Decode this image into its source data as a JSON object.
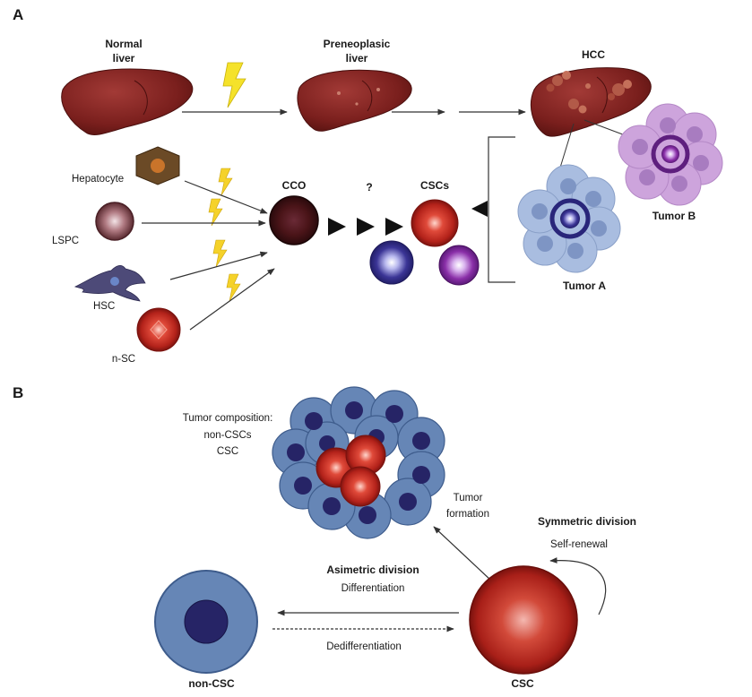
{
  "panel_a": {
    "letter": "A",
    "normal_liver_line1": "Normal",
    "normal_liver_line2": "liver",
    "preneoplasic_line1": "Preneoplasic",
    "preneoplasic_line2": "liver",
    "hcc": "HCC",
    "hepatocyte": "Hepatocyte",
    "lspc": "LSPC",
    "hsc": "HSC",
    "nsc": "n-SC",
    "cco": "CCO",
    "question": "?",
    "cscs": "CSCs",
    "tumor_a": "Tumor A",
    "tumor_b": "Tumor B"
  },
  "panel_b": {
    "letter": "B",
    "composition_line1": "Tumor composition:",
    "composition_line2": "non-CSCs",
    "composition_line3": "CSC",
    "tumor_formation_line1": "Tumor",
    "tumor_formation_line2": "formation",
    "symmetric_division": "Symmetric division",
    "self_renewal": "Self-renewal",
    "asimetric_division": "Asimetric division",
    "differentiation": "Differentiation",
    "dedifferentiation": "Dedifferentiation",
    "non_csc": "non-CSC",
    "csc": "CSC"
  }
}
